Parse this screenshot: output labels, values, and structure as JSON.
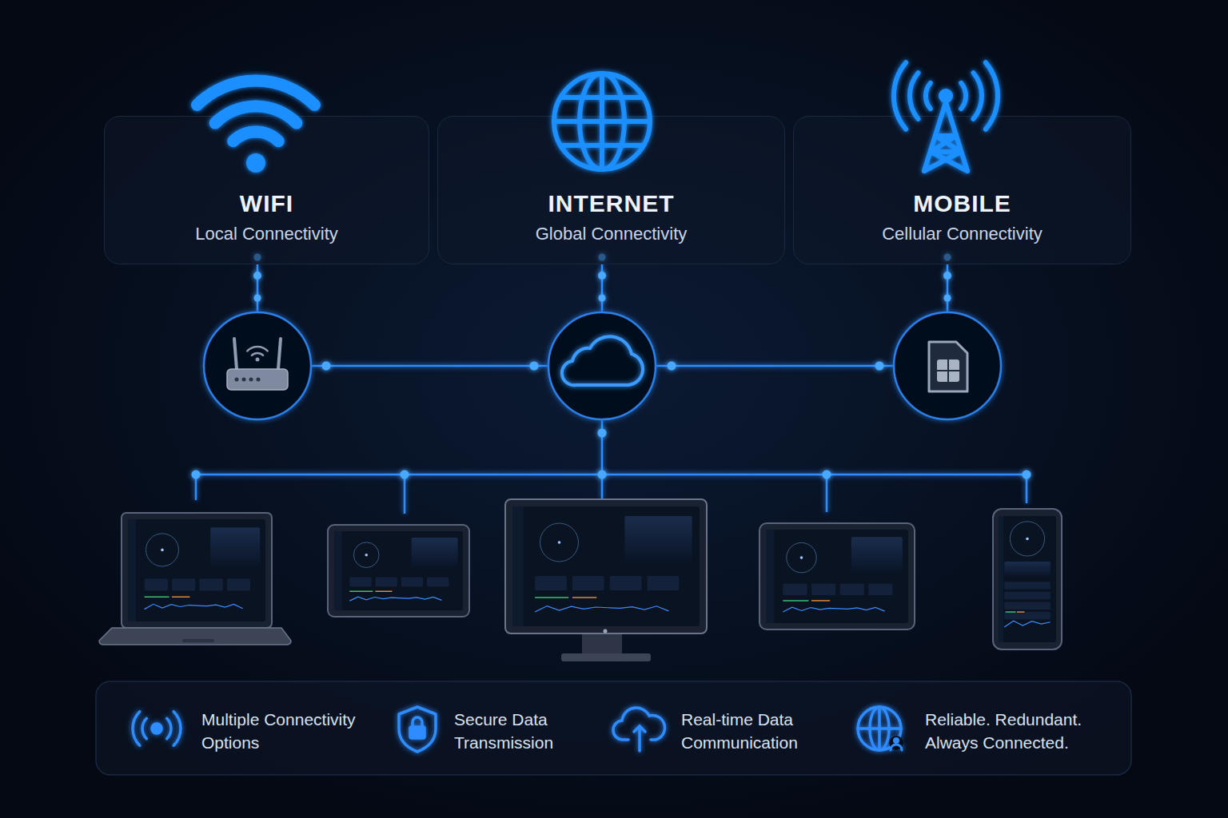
{
  "diagram": {
    "nodes": [
      {
        "text": [
          "WIFI",
          "Local Connectivity"
        ]
      },
      {
        "text": [
          "INTERNET",
          "Global Connectivity"
        ]
      },
      {
        "text": [
          "MOBILE",
          "Cellular Connectivity"
        ]
      }
    ],
    "labels": [
      "Multiple Connectivity Options",
      "Secure Data Transmission",
      "Real-time Data Communication",
      "Reliable. Redundant. Always Connected."
    ]
  }
}
